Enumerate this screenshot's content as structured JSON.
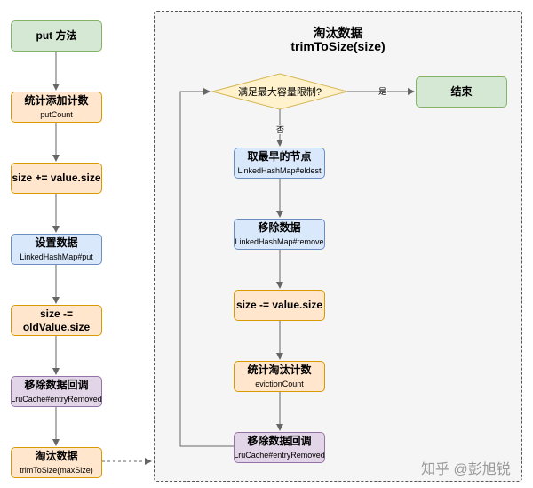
{
  "left_column": [
    {
      "title": "put 方法",
      "sub": "",
      "color": "green"
    },
    {
      "title": "统计添加计数",
      "sub": "putCount",
      "color": "orange"
    },
    {
      "title": "size += value.size",
      "sub": "",
      "color": "orange"
    },
    {
      "title": "设置数据",
      "sub": "LinkedHashMap#put",
      "color": "blue"
    },
    {
      "title": "size -= oldValue.size",
      "sub": "",
      "color": "orange"
    },
    {
      "title": "移除数据回调",
      "sub": "LruCache#entryRemoved",
      "color": "purple"
    },
    {
      "title": "淘汰数据",
      "sub": "trimToSize(maxSize)",
      "color": "orange"
    }
  ],
  "group": {
    "title_line1": "淘汰数据",
    "title_line2": "trimToSize(size)"
  },
  "decision": {
    "text": "满足最大容量限制?",
    "yes_label": "是",
    "no_label": "否"
  },
  "end_node": {
    "title": "结束",
    "color": "green"
  },
  "right_column": [
    {
      "title": "取最早的节点",
      "sub": "LinkedHashMap#eldest",
      "color": "blue"
    },
    {
      "title": "移除数据",
      "sub": "LinkedHashMap#remove",
      "color": "blue"
    },
    {
      "title": "size -= value.size",
      "sub": "",
      "color": "orange"
    },
    {
      "title": "统计淘汰计数",
      "sub": "evictionCount",
      "color": "orange"
    },
    {
      "title": "移除数据回调",
      "sub": "LruCache#entryRemoved",
      "color": "purple"
    }
  ],
  "watermark": "知乎 @彭旭锐",
  "colors": {
    "green": "#d5e8d4",
    "orange": "#ffe6cc",
    "blue": "#dae8fc",
    "purple": "#e1d5e7",
    "edge": "#666666",
    "group_bg": "#f5f5f5"
  }
}
